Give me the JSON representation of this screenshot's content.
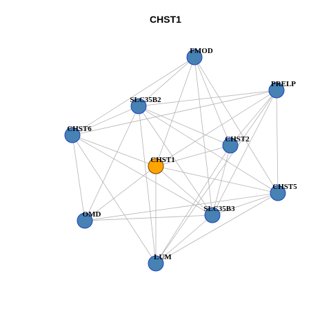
{
  "title": "CHST1",
  "colors": {
    "node": "#4682b4",
    "focus": "#ffa500",
    "edge": "#b3b3b3"
  },
  "nodes": [
    {
      "id": "FMOD",
      "label": "FMOD",
      "focus": false
    },
    {
      "id": "PRELP",
      "label": "PRELP",
      "focus": false
    },
    {
      "id": "SLC35B2",
      "label": "SLC35B2",
      "focus": false
    },
    {
      "id": "CHST6",
      "label": "CHST6",
      "focus": false
    },
    {
      "id": "CHST2",
      "label": "CHST2",
      "focus": false
    },
    {
      "id": "CHST1",
      "label": "CHST1",
      "focus": true
    },
    {
      "id": "CHST5",
      "label": "CHST5",
      "focus": false
    },
    {
      "id": "OMD",
      "label": "OMD",
      "focus": false
    },
    {
      "id": "SLC35B3",
      "label": "SLC35B3",
      "focus": false
    },
    {
      "id": "LUM",
      "label": "LUM",
      "focus": false
    }
  ],
  "edges": [
    [
      "FMOD",
      "SLC35B2"
    ],
    [
      "FMOD",
      "CHST6"
    ],
    [
      "FMOD",
      "CHST1"
    ],
    [
      "FMOD",
      "CHST2"
    ],
    [
      "FMOD",
      "CHST5"
    ],
    [
      "FMOD",
      "SLC35B3"
    ],
    [
      "PRELP",
      "SLC35B2"
    ],
    [
      "PRELP",
      "CHST6"
    ],
    [
      "PRELP",
      "CHST1"
    ],
    [
      "PRELP",
      "CHST2"
    ],
    [
      "PRELP",
      "CHST5"
    ],
    [
      "PRELP",
      "SLC35B3"
    ],
    [
      "PRELP",
      "LUM"
    ],
    [
      "SLC35B2",
      "CHST6"
    ],
    [
      "SLC35B2",
      "CHST2"
    ],
    [
      "SLC35B2",
      "CHST5"
    ],
    [
      "SLC35B2",
      "OMD"
    ],
    [
      "SLC35B2",
      "SLC35B3"
    ],
    [
      "SLC35B2",
      "LUM"
    ],
    [
      "CHST6",
      "CHST1"
    ],
    [
      "CHST6",
      "OMD"
    ],
    [
      "CHST6",
      "SLC35B3"
    ],
    [
      "CHST6",
      "LUM"
    ],
    [
      "CHST1",
      "CHST2"
    ],
    [
      "CHST1",
      "CHST5"
    ],
    [
      "CHST1",
      "OMD"
    ],
    [
      "CHST1",
      "SLC35B3"
    ],
    [
      "CHST1",
      "LUM"
    ],
    [
      "CHST2",
      "SLC35B3"
    ],
    [
      "CHST2",
      "LUM"
    ],
    [
      "CHST5",
      "OMD"
    ],
    [
      "CHST5",
      "SLC35B3"
    ],
    [
      "CHST5",
      "LUM"
    ],
    [
      "OMD",
      "SLC35B3"
    ],
    [
      "SLC35B3",
      "LUM"
    ]
  ]
}
